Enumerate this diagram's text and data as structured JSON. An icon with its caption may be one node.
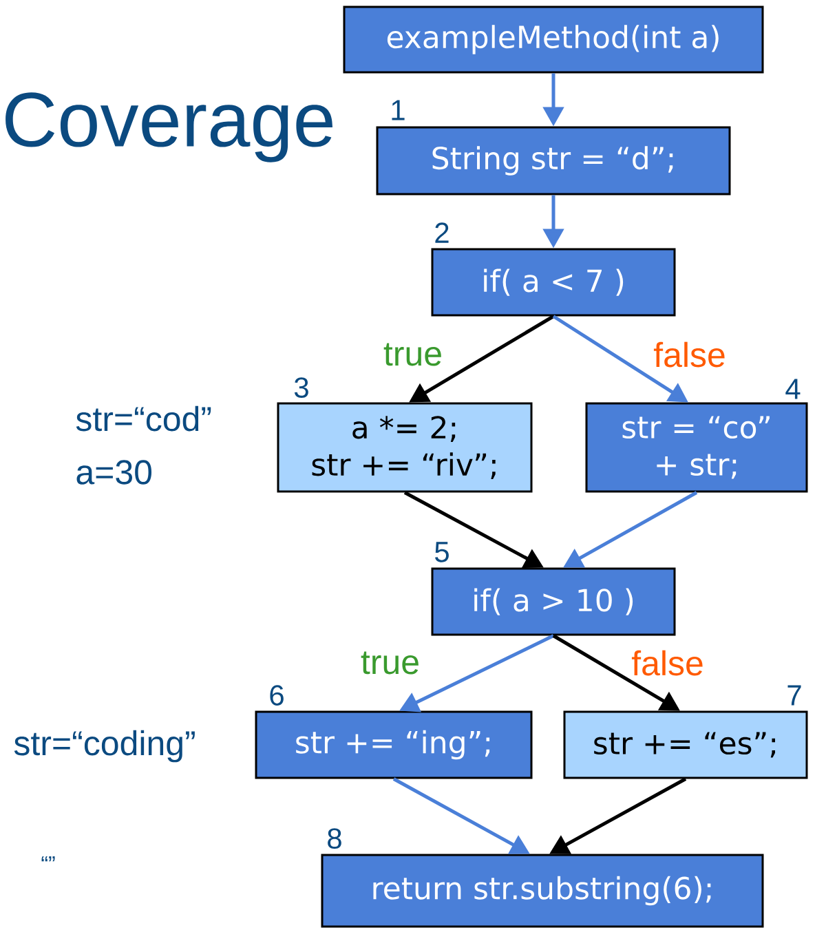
{
  "diagram": {
    "nodes": [
      {
        "text": [
          "exampleMethod(int a)"
        ]
      },
      {
        "text": [
          "String str = “d”;"
        ],
        "beside": [
          "1"
        ]
      },
      {
        "text": [
          "if( a < 7 )"
        ],
        "beside": [
          "2"
        ]
      },
      {
        "text": [
          "a *= 2;",
          "str += “riv”;"
        ],
        "beside": [
          "3"
        ]
      },
      {
        "text": [
          "str = “co” + str;"
        ],
        "beside": [
          "4"
        ]
      },
      {
        "text": [
          "if( a > 10 )"
        ],
        "beside": [
          "5"
        ]
      },
      {
        "text": [
          "str += “ing”;"
        ],
        "beside": [
          "6"
        ]
      },
      {
        "text": [
          "str += “es”;"
        ],
        "beside": [
          "7"
        ]
      },
      {
        "text": [
          "return str.substring(6);"
        ],
        "beside": [
          "8"
        ]
      }
    ],
    "edges": [
      {
        "from": 0,
        "to": 1,
        "arrow": "to"
      },
      {
        "from": 1,
        "to": 2,
        "arrow": "to"
      },
      {
        "from": 2,
        "to": 3,
        "arrow": "to",
        "label": "true",
        "color": "#000000"
      },
      {
        "from": 2,
        "to": 4,
        "arrow": "to",
        "label": "false"
      },
      {
        "from": 3,
        "to": 5,
        "arrow": "to",
        "color": "#000000"
      },
      {
        "from": 4,
        "to": 5,
        "arrow": "to"
      },
      {
        "from": 5,
        "to": 6,
        "arrow": "to",
        "label": "true"
      },
      {
        "from": 5,
        "to": 7,
        "arrow": "to",
        "label": "false",
        "color": "#000000"
      },
      {
        "from": 6,
        "to": 8,
        "arrow": "to"
      },
      {
        "from": 7,
        "to": 8,
        "arrow": "to",
        "color": "#000000"
      }
    ],
    "labels": [
      "Coverage",
      "str=“cod”",
      "a=30",
      "str=“coding”",
      "“”"
    ]
  }
}
